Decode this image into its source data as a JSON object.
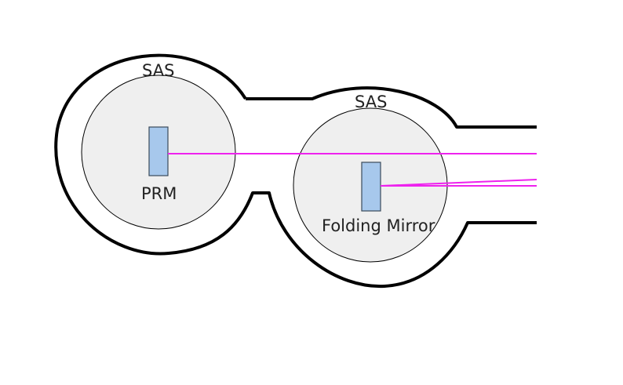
{
  "labels": {
    "sas_left": "SAS",
    "sas_right": "SAS",
    "prm": "PRM",
    "folding_mirror": "Folding Mirror"
  },
  "colors": {
    "beam": "#ee22ee",
    "mirror_fill": "#a7c8ec",
    "sas_fill": "#efefef",
    "vessel_stroke": "#000000"
  }
}
